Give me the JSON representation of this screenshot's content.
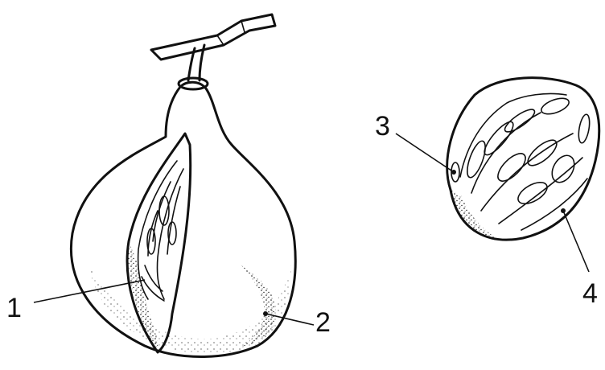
{
  "labels": {
    "l1": "1",
    "l2": "2",
    "l3": "3",
    "l4": "4"
  },
  "colors": {
    "ink": "#111111",
    "paper": "#ffffff"
  }
}
